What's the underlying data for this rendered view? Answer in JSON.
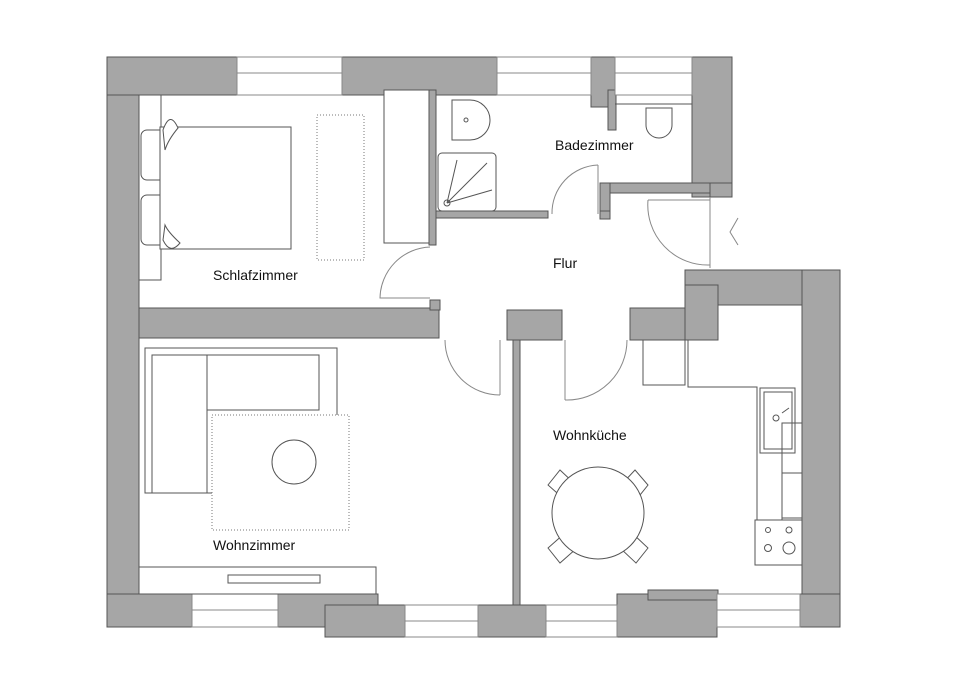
{
  "plan": {
    "colors": {
      "wall": "#a6a6a6",
      "background": "#ffffff",
      "line": "#555555"
    },
    "rooms": [
      {
        "id": "schlafzimmer",
        "label": "Schlafzimmer"
      },
      {
        "id": "badezimmer",
        "label": "Badezimmer"
      },
      {
        "id": "flur",
        "label": "Flur"
      },
      {
        "id": "wohnzimmer",
        "label": "Wohnzimmer"
      },
      {
        "id": "wohnkueche",
        "label": "Wohnküche"
      }
    ]
  }
}
